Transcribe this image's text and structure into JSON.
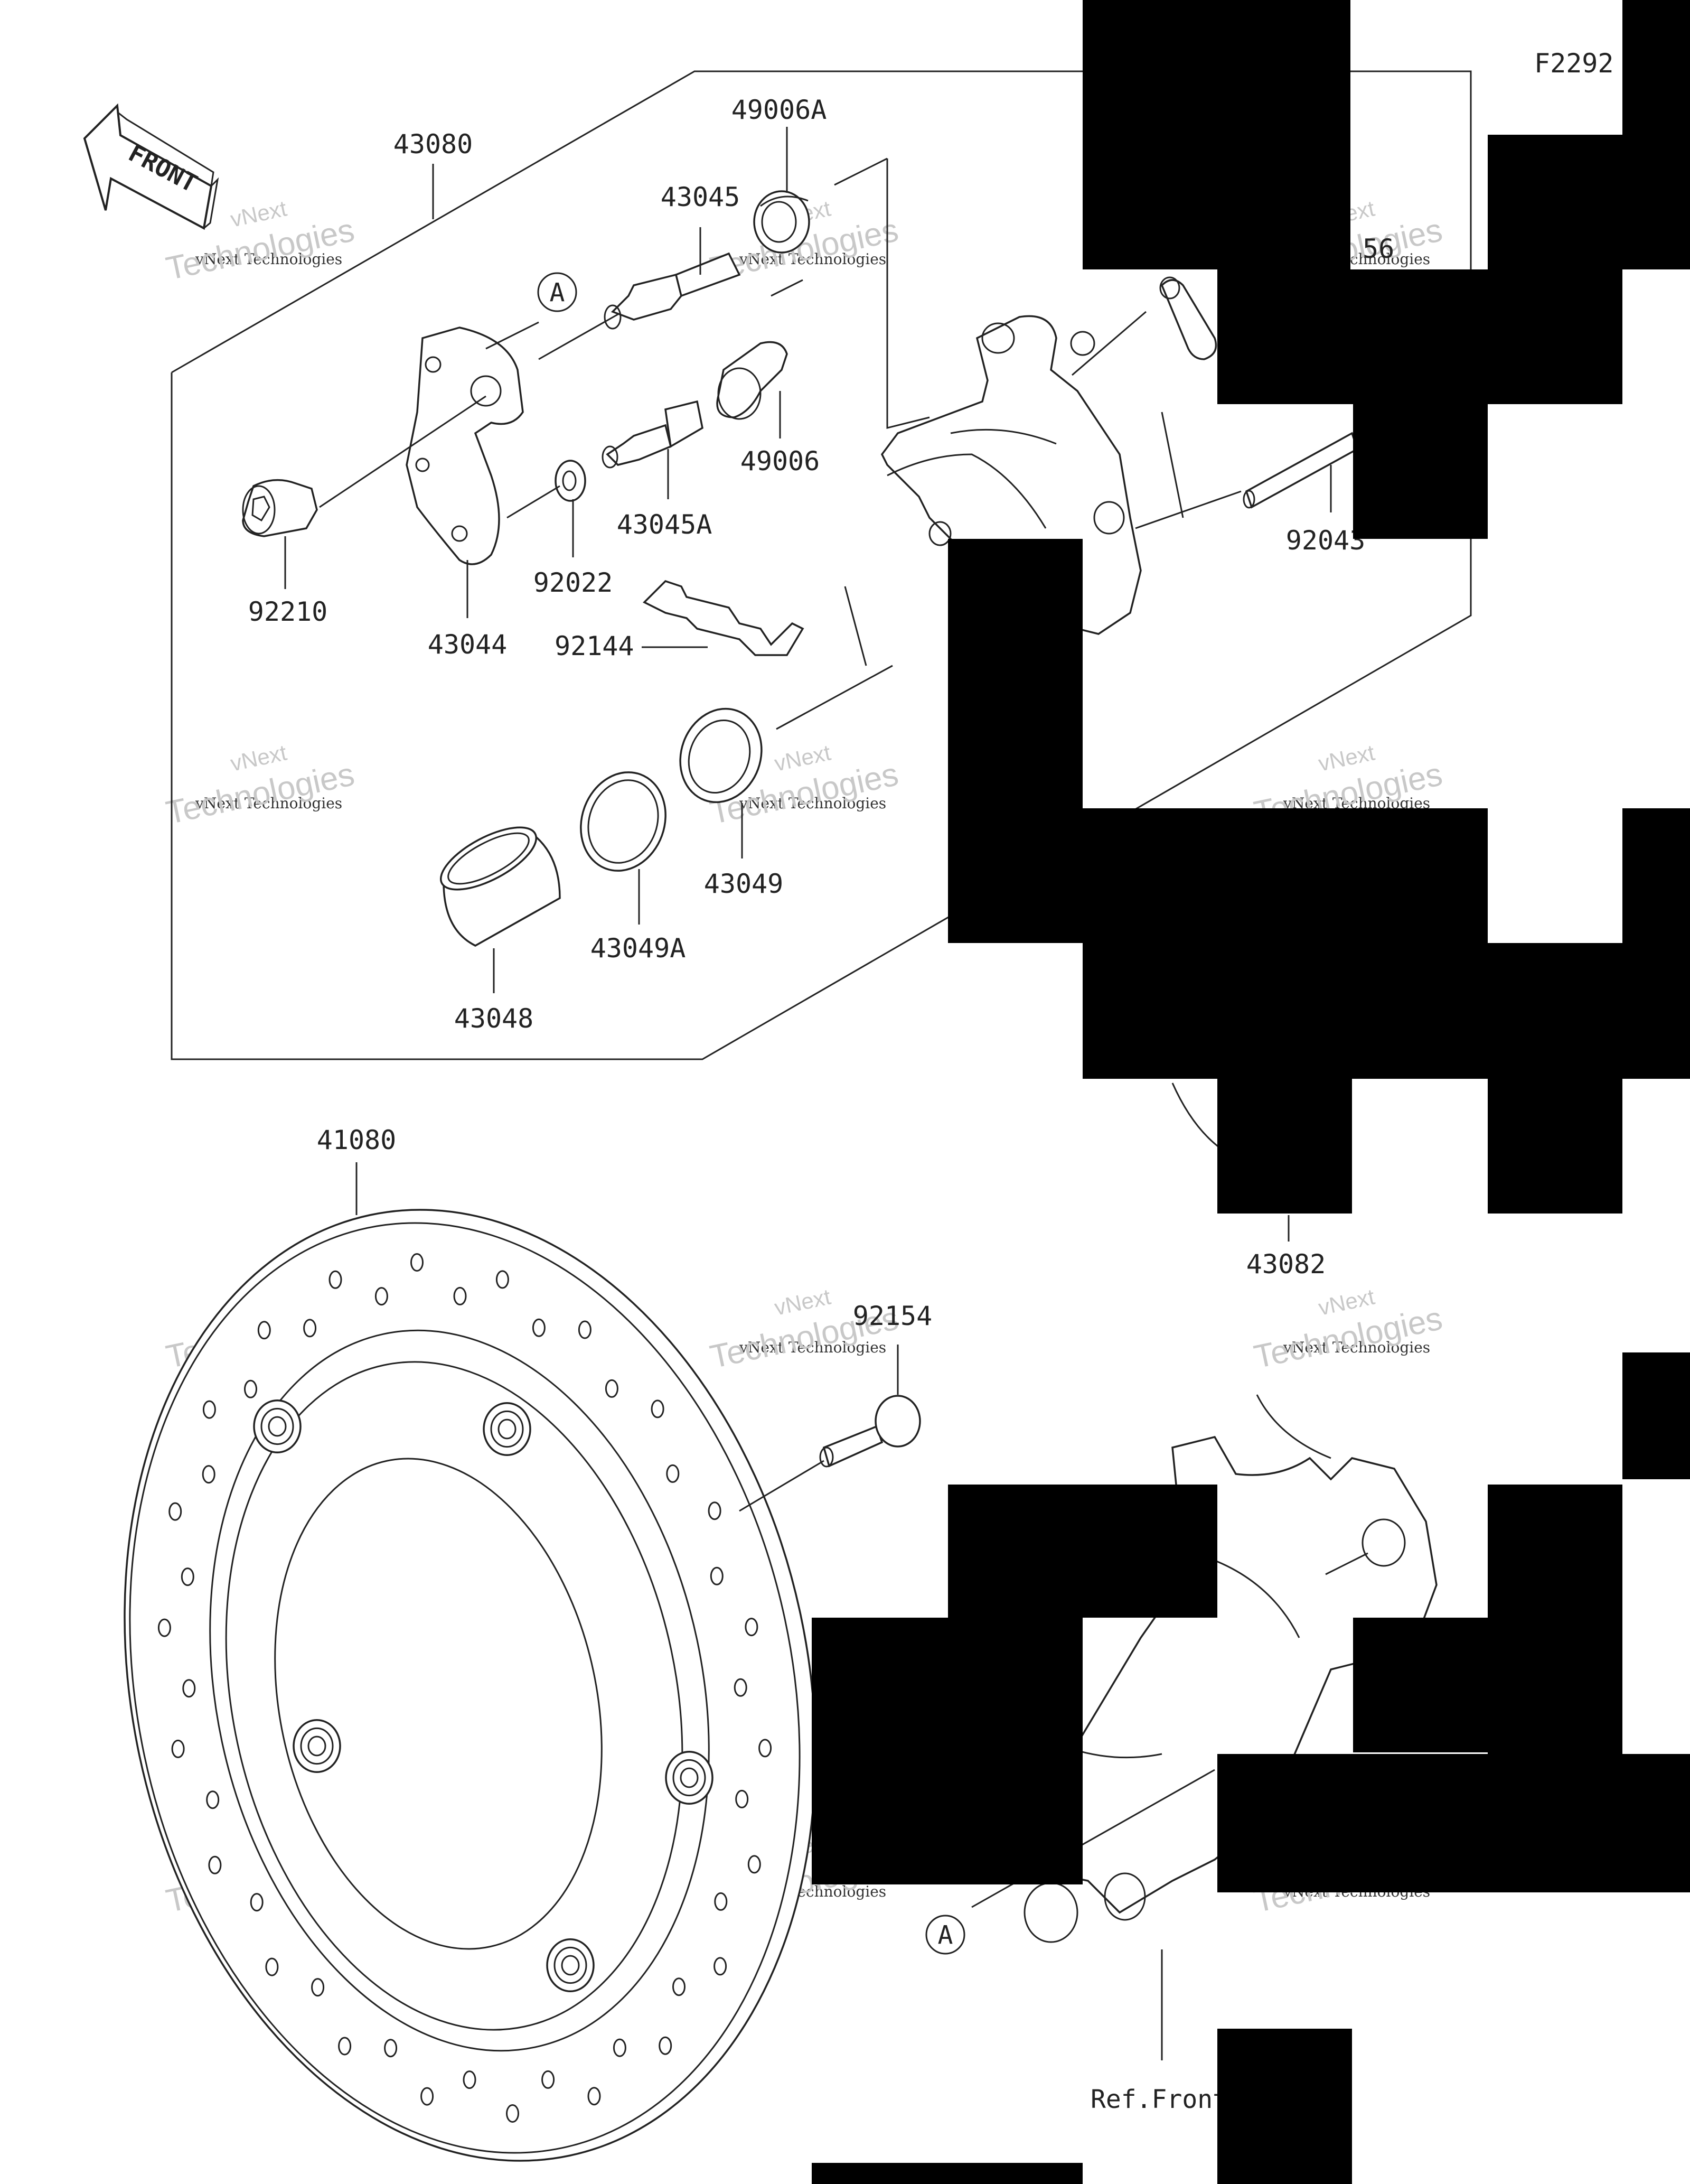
{
  "diagram_code": "F2292",
  "front_label": "FRONT",
  "part_labels": {
    "p43080": "43080",
    "p49006A": "49006A",
    "p43045": "43045",
    "p49006": "49006",
    "p43045A": "43045A",
    "p92210": "92210",
    "p92022": "92022",
    "p43044": "43044",
    "p92144": "92144",
    "p43049": "43049",
    "p43049A": "43049A",
    "p43048": "43048",
    "p92043": "92043",
    "p56": "56",
    "p41080": "41080",
    "p92154": "92154",
    "p43082": "43082"
  },
  "callout_a": "A",
  "ref_front": "Ref.Front",
  "watermark": {
    "line1": "vNext",
    "line2": "vNext Technologies",
    "line3": "Technologies"
  }
}
